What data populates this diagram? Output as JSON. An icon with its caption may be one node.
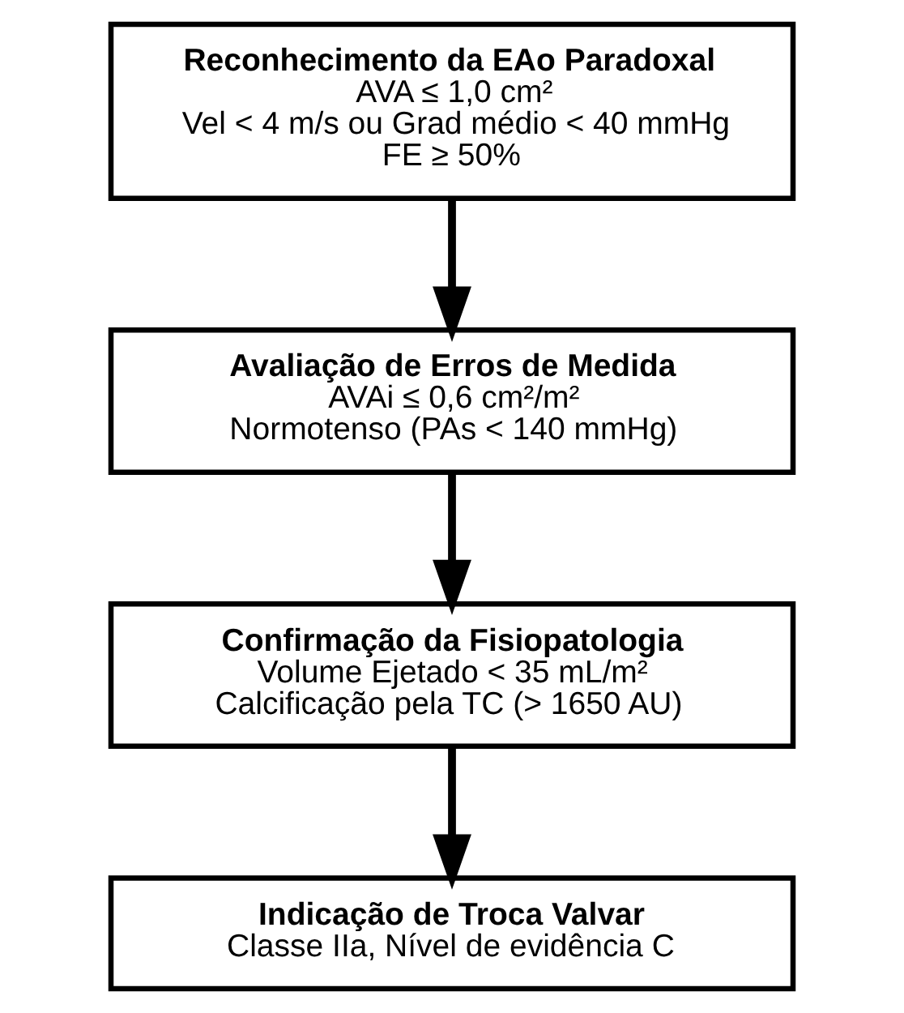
{
  "diagram": {
    "nodes": [
      {
        "text": [
          "Reconhecimento da EAo Paradoxal",
          "AVA ≤ 1,0 cm²",
          "Vel < 4 m/s ou Grad médio < 40 mmHg",
          "FE ≥ 50%"
        ]
      },
      {
        "text": [
          "Avaliação de Erros de Medida",
          "AVAi ≤ 0,6 cm²/m²",
          "Normotenso (PAs < 140 mmHg)"
        ]
      },
      {
        "text": [
          "Confirmação da Fisiopatologia",
          "Volume Ejetado < 35 mL/m²",
          "Calcificação pela TC (> 1650 AU)"
        ]
      },
      {
        "text": [
          "Indicação de Troca Valvar",
          "Classe IIa, Nível de evidência C"
        ]
      }
    ],
    "edges": [
      {
        "from": 0,
        "to": 1,
        "arrow": "to"
      },
      {
        "from": 1,
        "to": 2,
        "arrow": "to"
      },
      {
        "from": 2,
        "to": 3,
        "arrow": "to"
      }
    ]
  }
}
